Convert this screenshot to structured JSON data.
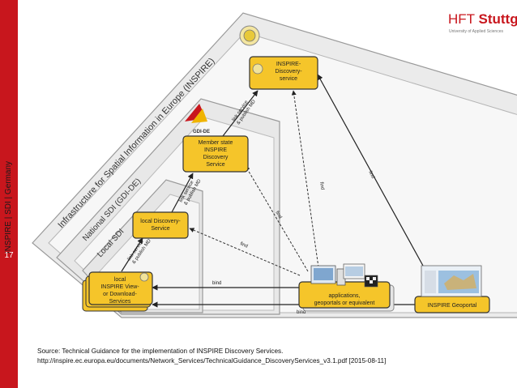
{
  "sidebar": {
    "text": "INSPIRE | SDI | Germany",
    "slide_number": "17"
  },
  "logo": {
    "hft": "HFT",
    "stuttgart": "Stuttgart",
    "subtitle": "University of Applied Sciences"
  },
  "diagram": {
    "bands": {
      "europe": "Infrastructure for Spatial Information in Europe (INSPIRE)",
      "national": "National SDI (GDI-DE)",
      "local": "Local SDI"
    },
    "gdi_logo": "GDI-DE",
    "boxes": {
      "inspire_discovery": [
        "INSPIRE-",
        "Discovery-",
        "service"
      ],
      "member_state": [
        "Member state",
        "INSPIRE",
        "Discovery",
        "Service"
      ],
      "local_discovery": [
        "local Discovery-",
        "Service"
      ],
      "local_view": [
        "local",
        "INSPIRE View-",
        "or Download-",
        "Services"
      ],
      "applications": [
        "applications,",
        "geoportals or equivalent"
      ],
      "geoportal": [
        "INSPIRE Geoportal"
      ]
    },
    "arrow_labels": {
      "link_publish": [
        "link service",
        "& publish MD"
      ],
      "find": "find",
      "bind": "bind"
    },
    "colors": {
      "box_fill": "#f5c52a",
      "box_stroke": "#333333",
      "band_fill": "#eeeeee",
      "accent": "#c8161d"
    }
  },
  "source": {
    "line1": "Source: Technical Guidance for the implementation of INSPIRE Discovery Services.",
    "line2": "http://inspire.ec.europa.eu/documents/Network_Services/TechnicalGuidance_DiscoveryServices_v3.1.pdf [2015-08-11]"
  }
}
